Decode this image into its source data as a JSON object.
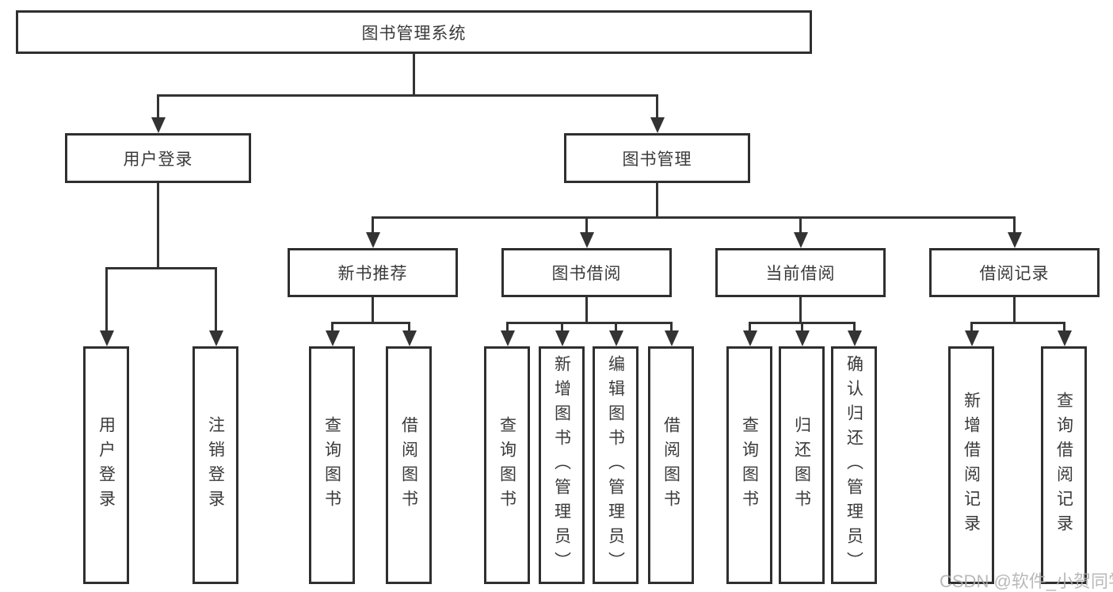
{
  "diagram": {
    "title": "图书管理系统",
    "root": {
      "label": "图书管理系统"
    },
    "branches": [
      {
        "label": "用户登录",
        "children": [
          {
            "label": "用户登录"
          },
          {
            "label": "注销登录"
          }
        ]
      },
      {
        "label": "图书管理",
        "children": [
          {
            "label": "新书推荐",
            "children": [
              {
                "label": "查询图书"
              },
              {
                "label": "借阅图书"
              }
            ]
          },
          {
            "label": "图书借阅",
            "children": [
              {
                "label": "查询图书"
              },
              {
                "label": "新增图书（管理员）"
              },
              {
                "label": "编辑图书（管理员）"
              },
              {
                "label": "借阅图书"
              }
            ]
          },
          {
            "label": "当前借阅",
            "children": [
              {
                "label": "查询图书"
              },
              {
                "label": "归还图书"
              },
              {
                "label": "确认归还（管理员）"
              }
            ]
          },
          {
            "label": "借阅记录",
            "children": [
              {
                "label": "新增借阅记录"
              },
              {
                "label": "查询借阅记录"
              }
            ]
          }
        ]
      }
    ]
  },
  "watermark": {
    "text": "CSDN @软件_小贺同学"
  },
  "colors": {
    "line": "#333333",
    "box_border": "#2f2f2f",
    "text": "#3a3a3a",
    "watermark": "#adadad",
    "background": "#ffffff"
  }
}
